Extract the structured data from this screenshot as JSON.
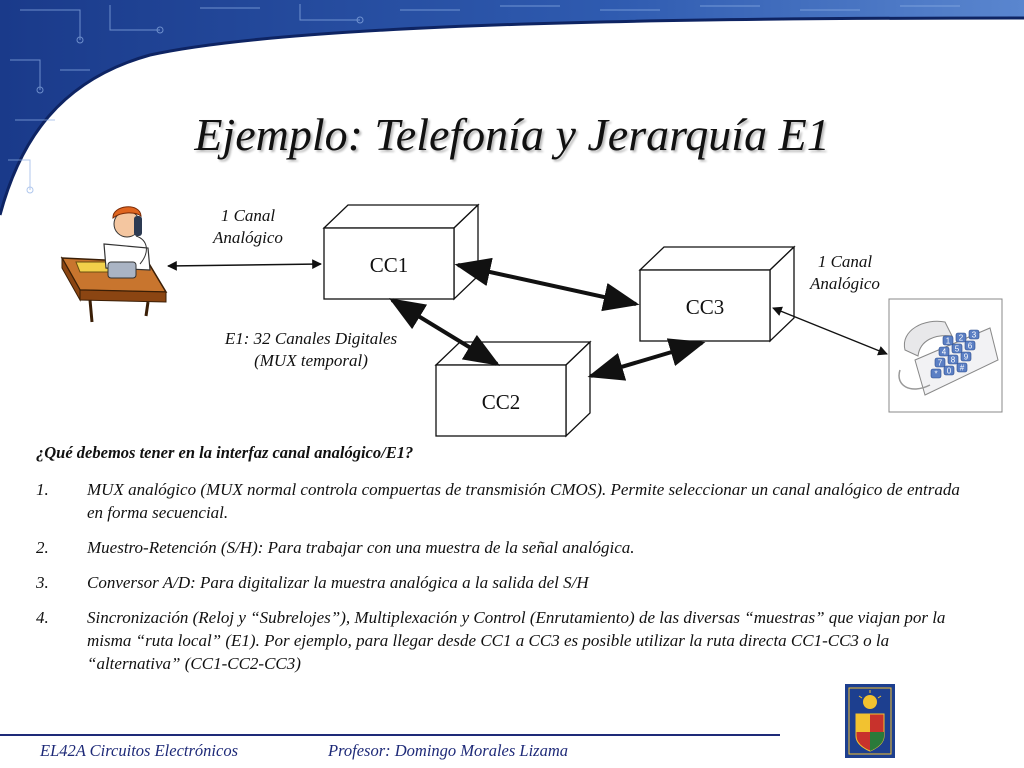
{
  "slide": {
    "title": "Ejemplo: Telefonía y Jerarquía E1"
  },
  "diagram": {
    "nodes": [
      {
        "id": "cc1",
        "label": "CC1"
      },
      {
        "id": "cc2",
        "label": "CC2"
      },
      {
        "id": "cc3",
        "label": "CC3"
      }
    ],
    "labels": {
      "left_channel": "1 Canal Analógico",
      "right_channel": "1 Canal Analógico",
      "e1_line1": "E1: 32 Canales Digitales",
      "e1_line2": "(MUX temporal)"
    },
    "edges": [
      {
        "from": "phone-user",
        "to": "cc1",
        "type": "thin"
      },
      {
        "from": "cc1",
        "to": "cc3",
        "type": "thick"
      },
      {
        "from": "cc1",
        "to": "cc2",
        "type": "thick"
      },
      {
        "from": "cc2",
        "to": "cc3",
        "type": "thick"
      },
      {
        "from": "cc3",
        "to": "telephone",
        "type": "thin"
      }
    ],
    "telephone_keys": [
      "1",
      "2",
      "3",
      "4",
      "5",
      "6",
      "7",
      "8",
      "9",
      "*",
      "0",
      "#"
    ]
  },
  "content": {
    "question": "¿Qué debemos tener en la interfaz canal analógico/E1?",
    "items": [
      {
        "num": "1.",
        "text": "MUX analógico (MUX normal controla compuertas de transmisión CMOS). Permite seleccionar un canal analógico de entrada en forma secuencial."
      },
      {
        "num": "2.",
        "text": "Muestro-Retención (S/H): Para trabajar con una muestra de la señal analógica."
      },
      {
        "num": "3.",
        "text": "Conversor A/D: Para digitalizar la muestra analógica a la salida del S/H"
      },
      {
        "num": "4.",
        "text": "Sincronización (Reloj y “Subrelojes”), Multiplexación y Control (Enrutamiento) de las diversas “muestras” que viajan por la misma “ruta local” (E1). Por ejemplo, para llegar desde CC1 a CC3 es posible utilizar la ruta directa CC1-CC3 o la “alternativa” (CC1-CC2-CC3)"
      }
    ]
  },
  "footer": {
    "course": "EL42A Circuitos Electrónicos",
    "professor": "Profesor: Domingo Morales Lizama"
  },
  "colors": {
    "header_blue": "#1d3f8f",
    "footer_text": "#1e2a78",
    "footer_line": "#1e2a78"
  }
}
